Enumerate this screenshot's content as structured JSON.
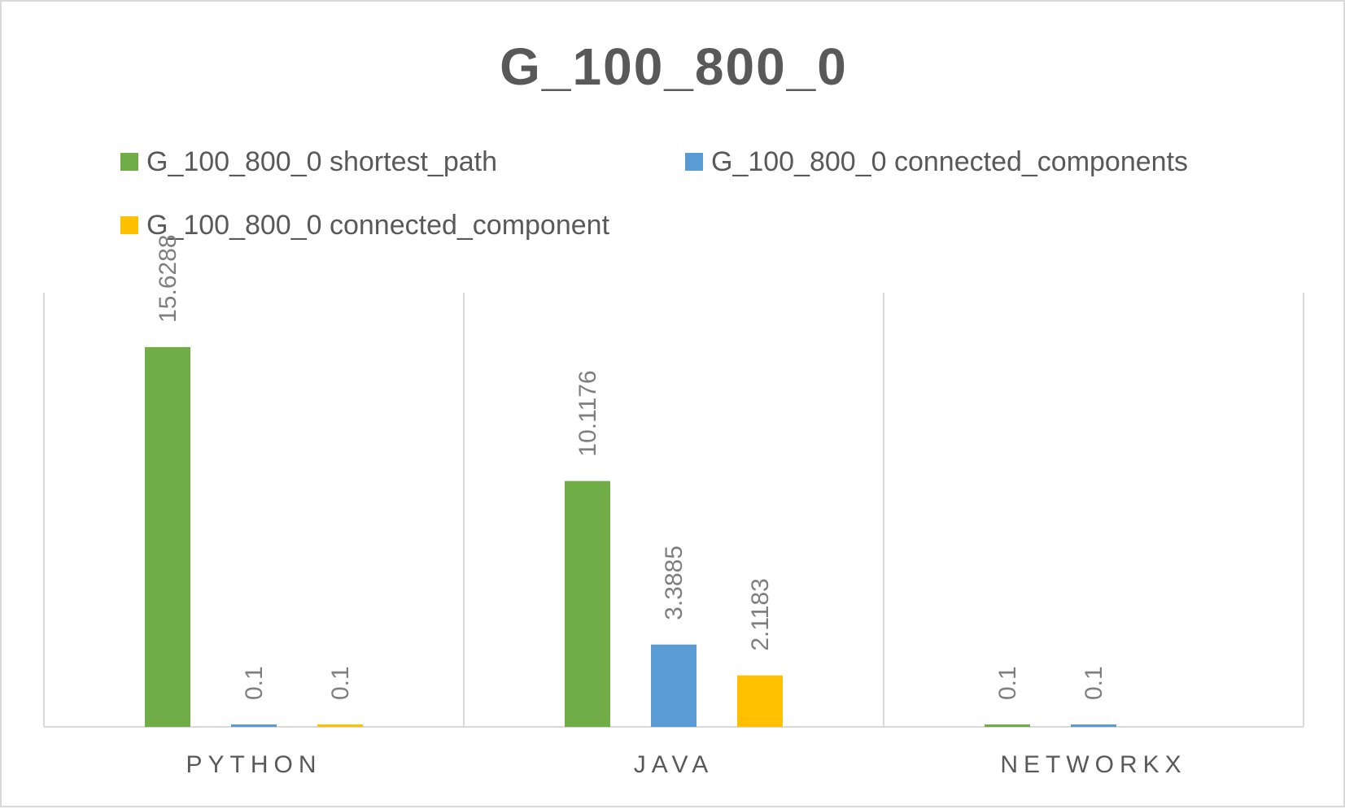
{
  "chart_data": {
    "type": "bar",
    "title": "G_100_800_0",
    "categories": [
      "PYTHON",
      "JAVA",
      "NETWORKX"
    ],
    "series": [
      {
        "name": "G_100_800_0 shortest_path",
        "color": "#70ad47",
        "values": [
          15.6288,
          10.1176,
          0.1
        ]
      },
      {
        "name": "G_100_800_0 connected_components",
        "color": "#5b9bd5",
        "values": [
          0.1,
          3.3885,
          0.1
        ]
      },
      {
        "name": "G_100_800_0 connected_component",
        "color": "#ffc000",
        "values": [
          0.1,
          2.1183,
          null
        ]
      }
    ],
    "ylim": [
      0,
      18
    ],
    "grid": "vertical-category-separators",
    "legend_position": "top",
    "data_labels": "rotated-vertical"
  }
}
